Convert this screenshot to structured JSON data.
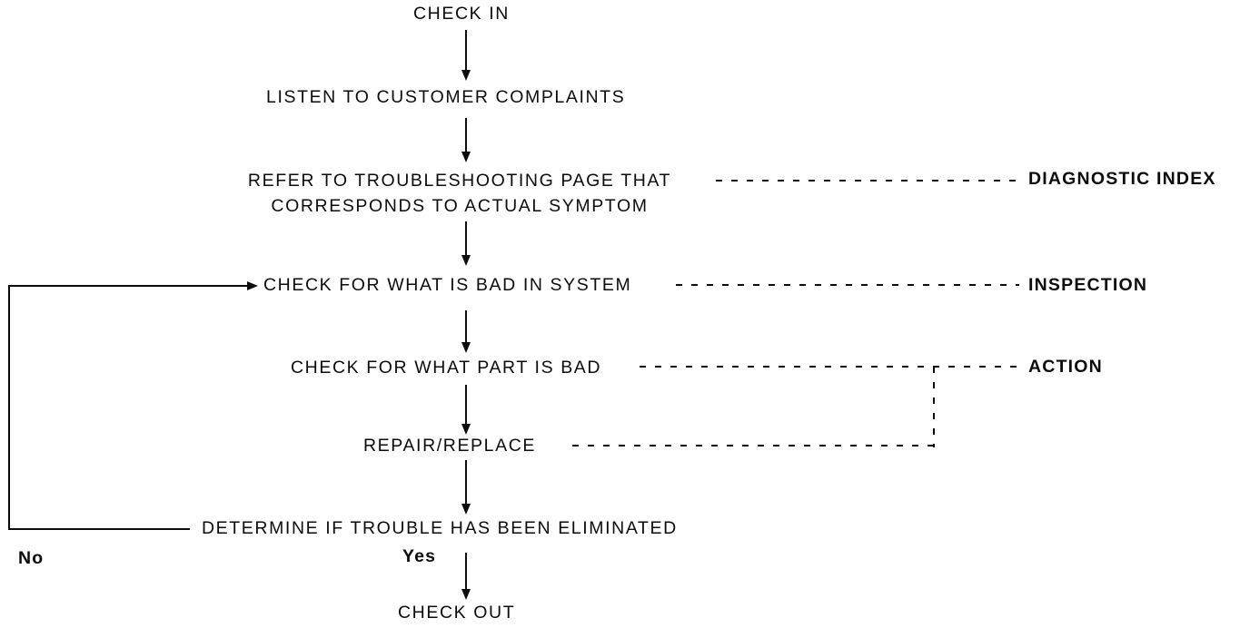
{
  "colors": {
    "ink": "#0c0c0c",
    "background": "#ffffff"
  },
  "flowchart": {
    "nodes": {
      "check_in": "CHECK IN",
      "listen": "LISTEN TO CUSTOMER COMPLAINTS",
      "refer_line1": "REFER TO TROUBLESHOOTING PAGE THAT",
      "refer_line2": "CORRESPONDS TO ACTUAL SYMPTOM",
      "check_system": "CHECK FOR WHAT IS BAD IN SYSTEM",
      "check_part": "CHECK FOR WHAT PART IS BAD",
      "repair": "REPAIR/REPLACE",
      "determine": "DETERMINE IF TROUBLE HAS BEEN ELIMINATED",
      "check_out": "CHECK OUT"
    },
    "side_labels": {
      "diagnostic_index": "DIAGNOSTIC INDEX",
      "inspection": "INSPECTION",
      "action": "ACTION"
    },
    "branch_labels": {
      "no": "No",
      "yes": "Yes"
    },
    "connections": [
      {
        "from": "check_in",
        "to": "listen",
        "style": "solid-arrow"
      },
      {
        "from": "listen",
        "to": "refer",
        "style": "solid-arrow"
      },
      {
        "from": "refer",
        "to": "check_system",
        "style": "solid-arrow"
      },
      {
        "from": "check_system",
        "to": "check_part",
        "style": "solid-arrow"
      },
      {
        "from": "check_part",
        "to": "repair",
        "style": "solid-arrow"
      },
      {
        "from": "repair",
        "to": "determine",
        "style": "solid-arrow"
      },
      {
        "from": "determine",
        "to": "check_out",
        "style": "solid-arrow",
        "label": "Yes"
      },
      {
        "from": "determine",
        "to": "check_system",
        "style": "solid-arrow",
        "label": "No"
      },
      {
        "from": "refer",
        "to": "diagnostic_index",
        "style": "dashed"
      },
      {
        "from": "check_system",
        "to": "inspection",
        "style": "dashed"
      },
      {
        "from": "check_part",
        "to": "action",
        "style": "dashed"
      },
      {
        "from": "repair",
        "to": "action",
        "style": "dashed"
      }
    ]
  }
}
